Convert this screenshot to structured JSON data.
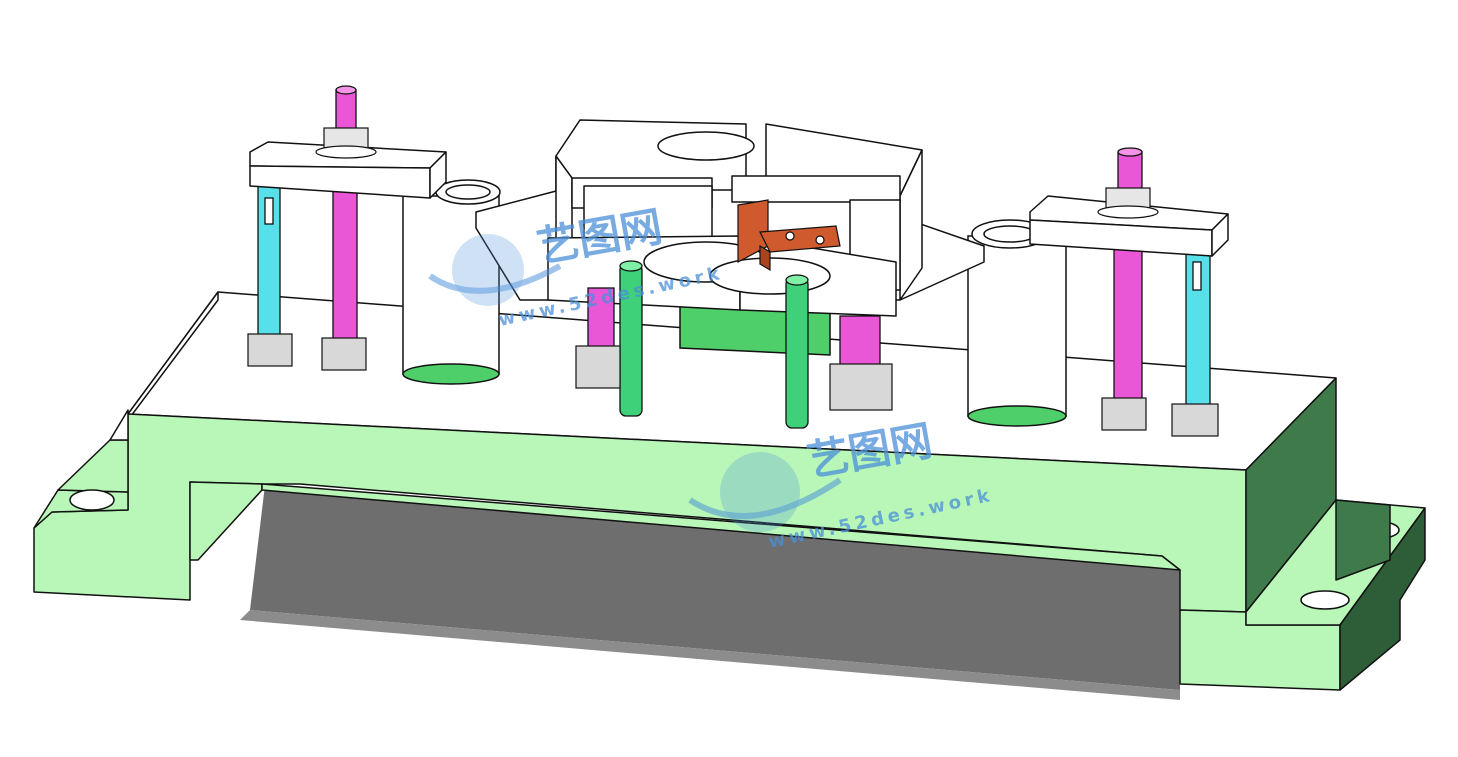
{
  "scene": {
    "subject": "fixture-assembly",
    "background_color": "#ffffff",
    "colors": {
      "base_plate": "#b8f7b8",
      "base_plate_side": "#3f7a4a",
      "base_plate_dark": "#2e5e38",
      "shadow": "#6e6e6e",
      "clamp_bar": "#ffffff",
      "magenta_stud": "#e957d6",
      "cyan_pin": "#58e0ea",
      "green_pin": "#3fd07a",
      "locator_block": "#4fcf6a",
      "orange_part": "#cf5a2e",
      "nut": "#d8d8d8",
      "outline": "#111111",
      "watermark_blue": "#4a8fd8"
    }
  },
  "watermarks": [
    {
      "cn": "艺图网",
      "url": "www.52des.work"
    },
    {
      "cn": "艺图网",
      "url": "www.52des.work"
    }
  ]
}
